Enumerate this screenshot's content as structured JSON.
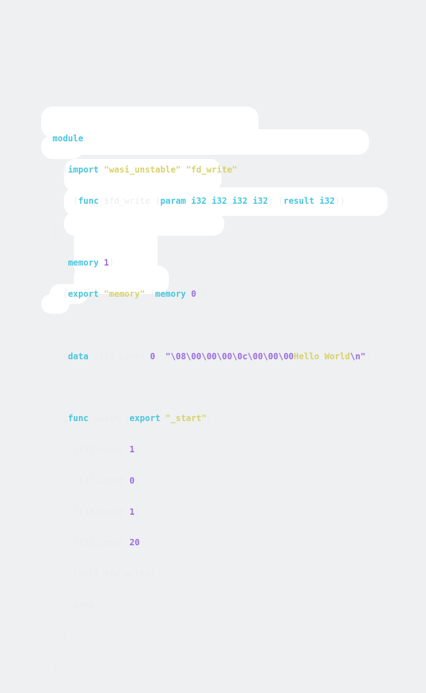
{
  "colors": {
    "background": "#eef0f1",
    "sticker": "#ffffff",
    "keyword": "#48c6de",
    "string": "#d8d26a",
    "number": "#9a6ee0",
    "faint": "#ececec"
  },
  "code": {
    "module": "module",
    "import_kw": "import",
    "import_mod": "\"wasi_unstable\"",
    "import_name": "\"fd_write\"",
    "open_paren": "(",
    "close_paren": ")",
    "func_kw": "func",
    "func_name": "$fd_write",
    "param_kw": "param",
    "param_types": "i32 i32 i32 i32",
    "result_kw": "result",
    "result_type": "i32",
    "memory_kw": "memory",
    "memory_val": "1",
    "export_kw": "export",
    "export_mem_name": "\"memory\"",
    "memory_ref_val": "0",
    "data_kw": "data",
    "i32_const": "i32.const",
    "data_offset": "0",
    "data_bytes": "\"\\08\\00\\00\\00\\0c\\00\\00\\00",
    "data_text": "Hello World",
    "data_newline": "\\n\"",
    "main_name": "$main",
    "export_start": "\"_start\"",
    "const_1": "1",
    "const_0": "0",
    "const_1b": "1",
    "const_20": "20",
    "call_line": "call $fd_write",
    "drop_line": "drop"
  }
}
